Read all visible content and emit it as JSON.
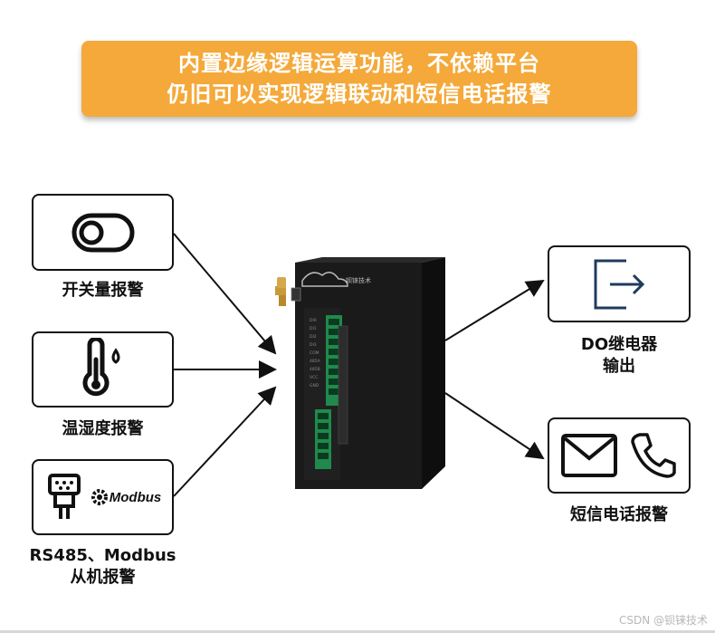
{
  "banner": {
    "line1": "内置边缘逻辑运算功能，不依赖平台",
    "line2": "仍旧可以实现逻辑联动和短信电话报警",
    "color": "#f4a93a"
  },
  "features": {
    "switch_alarm": "开关量报警",
    "temp_humidity_alarm": "温湿度报警",
    "rs485_line1": "RS485、Modbus",
    "rs485_line2": "从机报警",
    "do_line1": "DO继电器",
    "do_line2": "输出",
    "sms_call_alarm": "短信电话报警"
  },
  "icons": {
    "switch": "toggle-icon",
    "thermometer": "thermometer-icon",
    "serial": "serial-port-icon",
    "modbus": "modbus-logo",
    "exit": "exit-icon",
    "mail": "mail-icon",
    "phone": "phone-icon"
  },
  "modbus_logo_text": "Modbus",
  "credit": "CSDN @钡铼技术"
}
